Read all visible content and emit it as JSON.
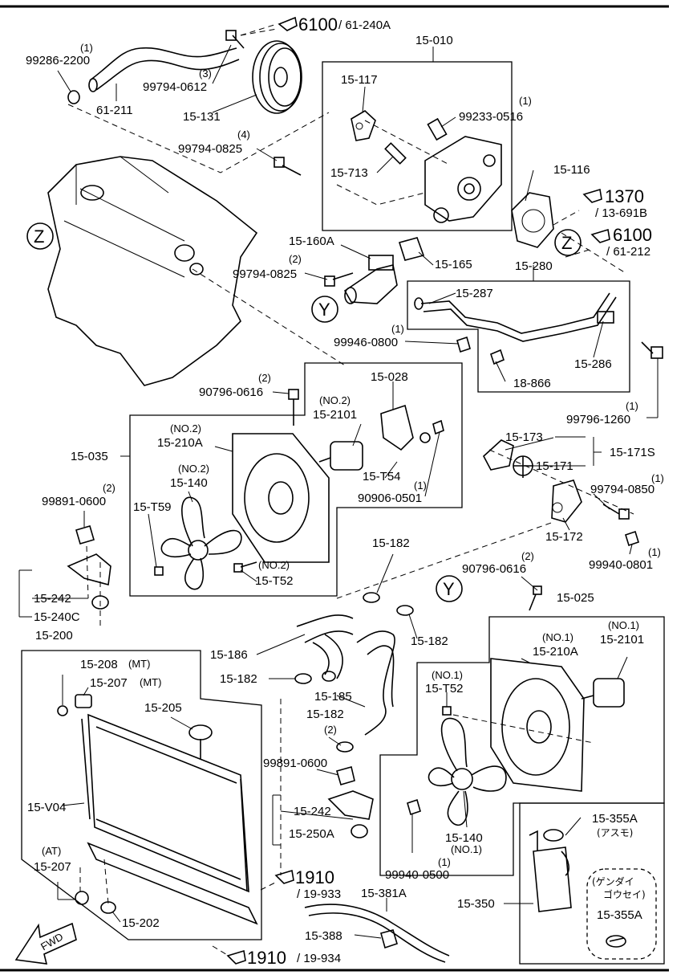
{
  "labels": {
    "p_99286_2200": "99286-2200",
    "q_99286": "(1)",
    "p_61_211": "61-211",
    "p_99794_0612": "99794-0612",
    "q_99794_0612": "(3)",
    "ref_6100_a": "6100",
    "ref_61_240A": "/ 61-240A",
    "p_15_131": "15-131",
    "p_15_010": "15-010",
    "p_15_117": "15-117",
    "p_99233_0516": "99233-0516",
    "q_99233": "(1)",
    "p_99794_0825_a": "99794-0825",
    "q_99794_0825_a": "(4)",
    "p_15_713": "15-713",
    "p_15_116": "15-116",
    "ref_1370": "1370",
    "ref_13_691B": "/ 13-691B",
    "z_left": "Z",
    "z_right": "Z",
    "ref_6100_b": "6100",
    "ref_61_212": "/ 61-212",
    "p_15_160A": "15-160A",
    "p_15_165": "15-165",
    "p_99794_0825_b": "99794-0825",
    "q_99794_0825_b": "(2)",
    "y_top": "Y",
    "p_15_280": "15-280",
    "p_15_287": "15-287",
    "p_99946_0800": "99946-0800",
    "q_99946": "(1)",
    "p_15_286": "15-286",
    "p_18_866": "18-866",
    "p_90796_0616_a": "90796-0616",
    "q_90796_a": "(2)",
    "p_15_028": "15-028",
    "no2_a": "(NO.2)",
    "p_15_2101_a": "15-2101",
    "no2_b": "(NO.2)",
    "p_15_210A_a": "15-210A",
    "p_15_035": "15-035",
    "no2_c": "(NO.2)",
    "p_15_140_a": "15-140",
    "p_15_T59": "15-T59",
    "p_15_T54": "15-T54",
    "p_90906_0501": "90906-0501",
    "q_90906": "(1)",
    "no2_d": "(NO.2)",
    "p_15_T52_a": "15-T52",
    "p_99796_1260": "99796-1260",
    "q_99796": "(1)",
    "p_15_173": "15-173",
    "p_15_171S": "15-171S",
    "p_15_171": "15-171",
    "p_99794_0850": "99794-0850",
    "q_99794_0850": "(1)",
    "p_15_172": "15-172",
    "p_99940_0801": "99940-0801",
    "q_99940_0801": "(1)",
    "p_99891_0600_a": "99891-0600",
    "q_99891_a": "(2)",
    "p_15_242_a": "15-242",
    "p_15_240C": "15-240C",
    "p_15_200": "15-200",
    "p_15_182_a": "15-182",
    "y_bottom": "Y",
    "p_90796_0616_b": "90796-0616",
    "q_90796_b": "(2)",
    "p_15_025": "15-025",
    "p_15_186": "15-186",
    "p_15_182_b": "15-182",
    "p_15_182_c": "15-182",
    "no1_a": "(NO.1)",
    "p_15_210A_b": "15-210A",
    "no1_b": "(NO.1)",
    "p_15_2101_b": "15-2101",
    "p_15_208": "15-208",
    "mt_a": "(MT)",
    "p_15_207_a": "15-207",
    "mt_b": "(MT)",
    "p_15_205": "15-205",
    "p_15_185": "15-185",
    "p_15_182_d": "15-182",
    "q_15_182_d": "(2)",
    "no1_c": "(NO.1)",
    "p_15_T52_b": "15-T52",
    "p_99891_0600_b": "99891-0600",
    "p_15_V04": "15-V04",
    "p_15_242_b": "15-242",
    "p_15_250A": "15-250A",
    "p_15_140_b": "15-140",
    "no1_d": "(NO.1)",
    "p_15_355A_a": "15-355A",
    "jp_asumo": "(アスモ)",
    "at": "(AT)",
    "p_15_207_b": "15-207",
    "ref_1910_a": "1910",
    "ref_19_933": "/ 19-933",
    "p_99940_0500": "99940-0500",
    "q_99940_0500": "(1)",
    "p_15_381A": "15-381A",
    "p_15_350": "15-350",
    "jp_gendai_1": "(ゲンダイ",
    "jp_gendai_2": "ゴウセイ)",
    "p_15_355A_b": "15-355A",
    "p_15_202": "15-202",
    "p_15_388": "15-388",
    "fwd": "FWD",
    "ref_1910_b": "1910",
    "ref_19_934": "/ 19-934"
  }
}
